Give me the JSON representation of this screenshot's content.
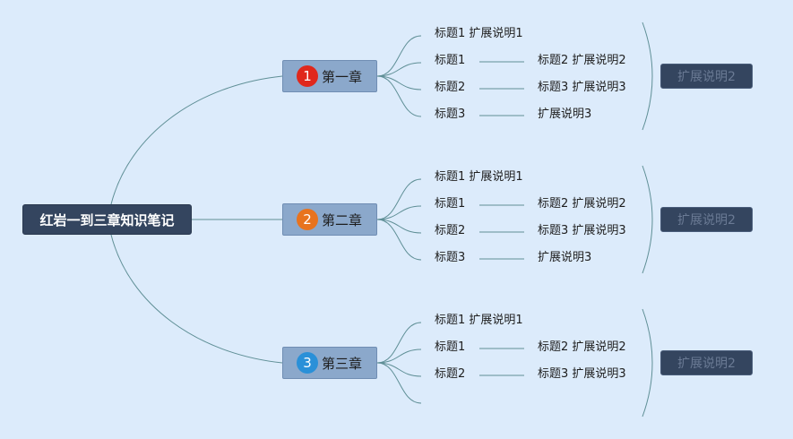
{
  "root": {
    "label": "红岩一到三章知识笔记"
  },
  "colors": {
    "background": "#dcebfb",
    "line": "#5f8f96",
    "badge_1": "#e0281c",
    "badge_2": "#e8731e",
    "badge_3": "#2a90d8"
  },
  "chapters": [
    {
      "number": "1",
      "label": "第一章",
      "items": [
        {
          "title": "标题1 扩展说明1",
          "note": ""
        },
        {
          "title": "标题1",
          "note": "标题2 扩展说明2"
        },
        {
          "title": "标题2",
          "note": "标题3 扩展说明3"
        },
        {
          "title": "标题3",
          "note": "扩展说明3"
        }
      ],
      "summary": "扩展说明2"
    },
    {
      "number": "2",
      "label": "第二章",
      "items": [
        {
          "title": "标题1 扩展说明1",
          "note": ""
        },
        {
          "title": "标题1",
          "note": "标题2 扩展说明2"
        },
        {
          "title": "标题2",
          "note": "标题3 扩展说明3"
        },
        {
          "title": "标题3",
          "note": "扩展说明3"
        }
      ],
      "summary": "扩展说明2"
    },
    {
      "number": "3",
      "label": "第三章",
      "items": [
        {
          "title": "标题1 扩展说明1",
          "note": ""
        },
        {
          "title": "标题1",
          "note": "标题2 扩展说明2"
        },
        {
          "title": "标题2",
          "note": "标题3 扩展说明3"
        },
        {
          "title": "",
          "note": ""
        }
      ],
      "summary": "扩展说明2"
    }
  ]
}
